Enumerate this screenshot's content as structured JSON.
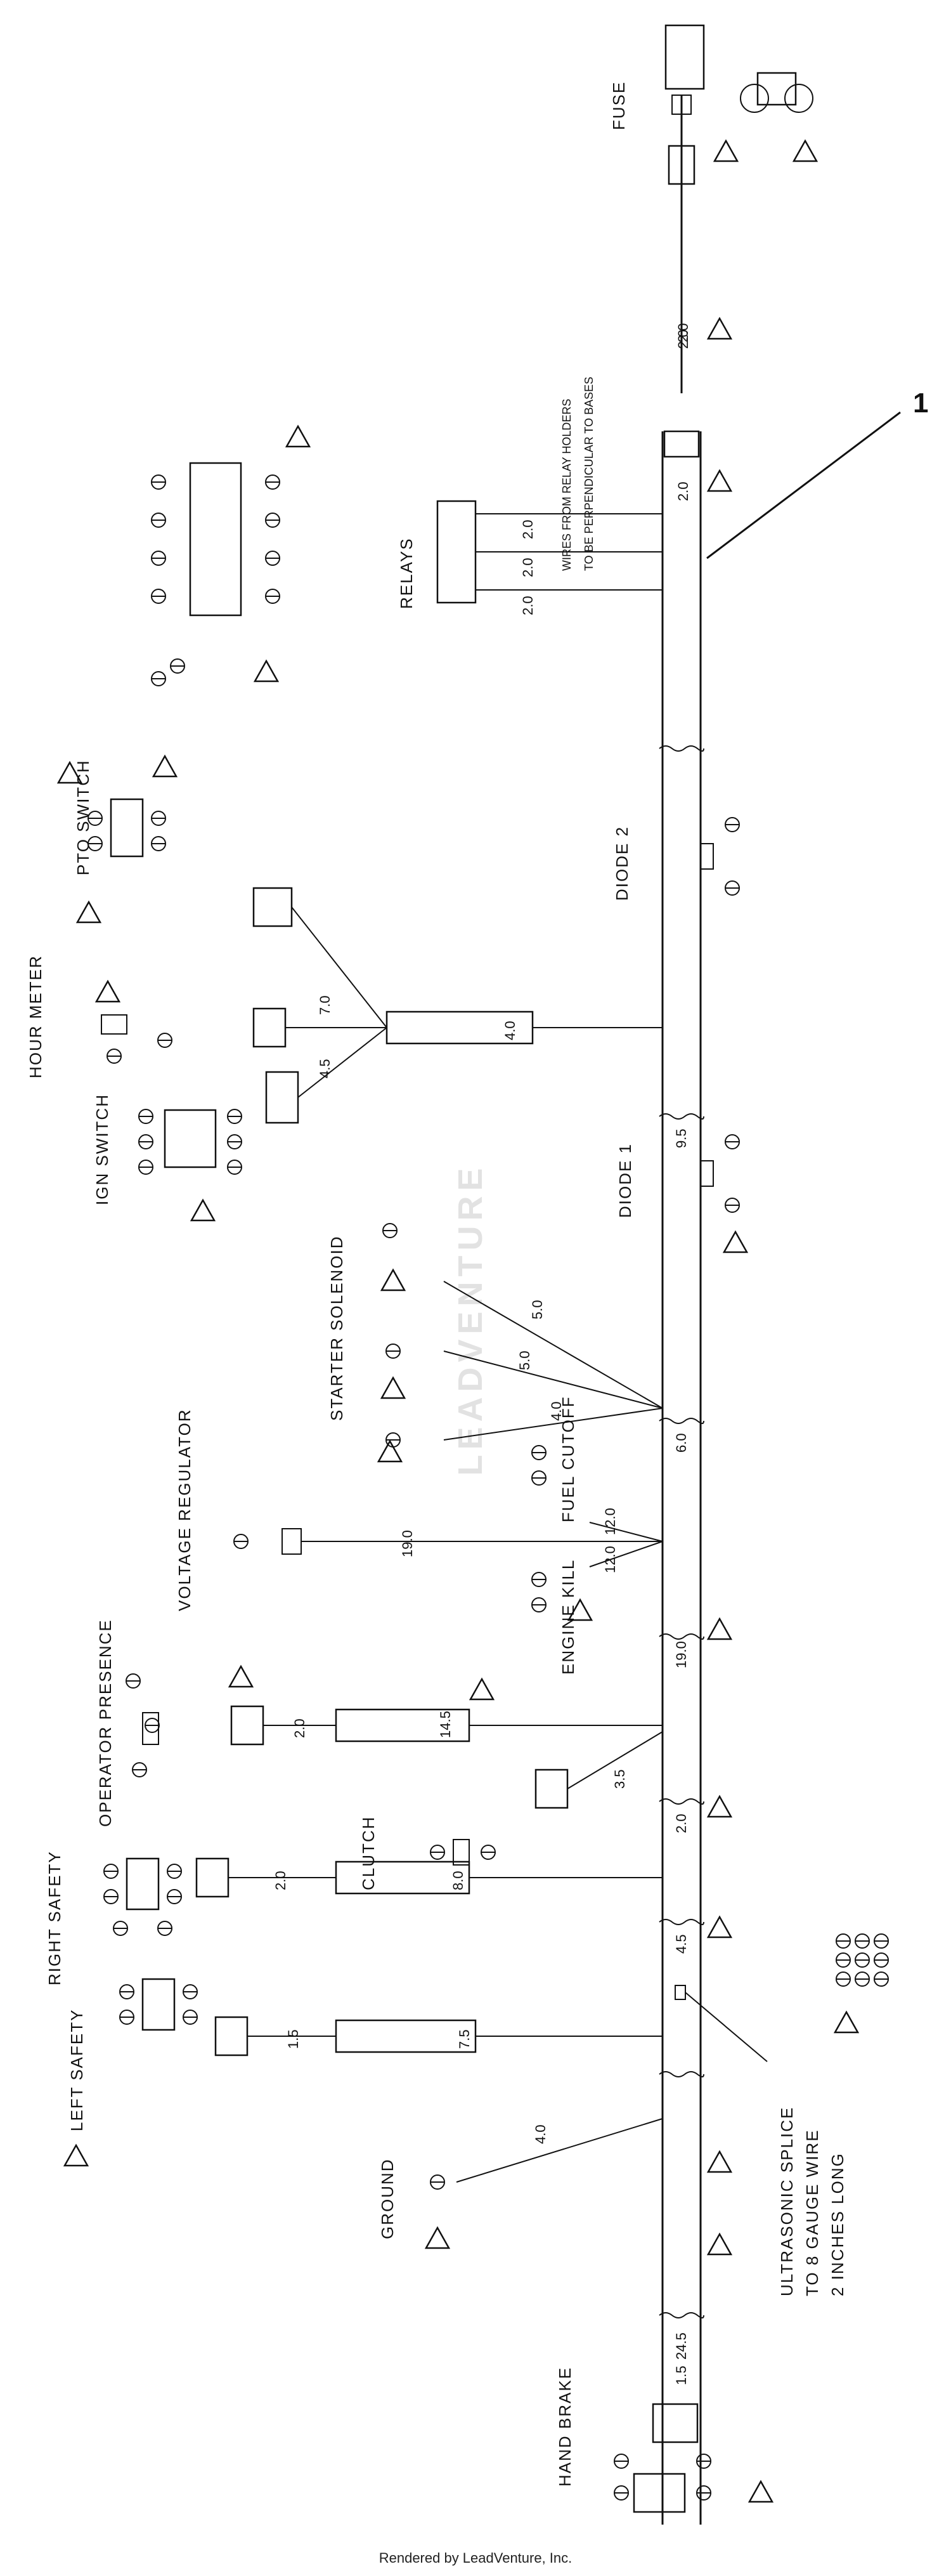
{
  "labels": {
    "fuse": "FUSE",
    "relays": "RELAYS",
    "pto_switch": "PTO SWITCH",
    "hour_meter": "HOUR METER",
    "ign_switch": "IGN SWITCH",
    "starter_solenoid": "STARTER SOLENOID",
    "voltage_regulator": "VOLTAGE REGULATOR",
    "fuel_cutoff": "FUEL CUTOFF",
    "engine_kill": "ENGINE KILL",
    "operator_presence": "OPERATOR PRESENCE",
    "clutch": "CLUTCH",
    "right_safety": "RIGHT SAFETY",
    "left_safety": "LEFT SAFETY",
    "ground": "GROUND",
    "hand_brake": "HAND BRAKE",
    "diode_1": "DIODE 1",
    "diode_2": "DIODE 2",
    "relay_note_1": "WIRES FROM RELAY HOLDERS",
    "relay_note_2": "TO BE PERPENDICULAR TO BASES",
    "splice_1": "ULTRASONIC SPLICE",
    "splice_2": "TO 8 GAUGE WIRE",
    "splice_3": "2 INCHES LONG"
  },
  "callout": "1",
  "warning_triangle": "triangle-warning-icon",
  "measurements": {
    "fuse_branch": "2.0",
    "main_top": "2.0",
    "main_top2": "2.0",
    "relay_a": "2.0",
    "relay_b": "2.0",
    "relay_c": "2.0",
    "hour_branch": "4.0",
    "hour_a": "7.0",
    "hour_b": "4.5",
    "seg_95": "9.5",
    "sol_a": "5.0",
    "sol_b": "5.0",
    "sol_c": "4.0",
    "seg_60": "6.0",
    "vreg": "19.0",
    "fuel_a": "12.0",
    "fuel_b": "12.0",
    "seg_190": "19.0",
    "op_branch": "14.5",
    "op_lead": "2.0",
    "clutch_lead": "3.5",
    "seg_20": "2.0",
    "rs_branch": "8.0",
    "rs_lead": "2.0",
    "seg_45": "4.5",
    "ls_branch": "7.5",
    "ls_lead": "1.5",
    "ground_lead": "4.0",
    "seg_245": "24.5",
    "hb_lead": "1.5"
  },
  "footer": "Rendered by LeadVenture, Inc.",
  "watermark": "LEADVENTURE"
}
